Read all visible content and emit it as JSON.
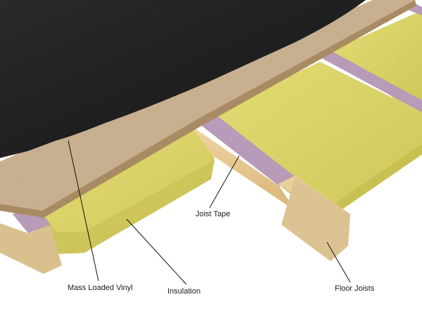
{
  "labels": {
    "mass_loaded_vinyl": "Mass Loaded Vinyl",
    "insulation": "Insulation",
    "floor_joists": "Floor Joists",
    "joist_tape": "Joist Tape"
  },
  "colors": {
    "background": "#ffffff",
    "vinyl": "#1c1c1e",
    "chipboard": "#c9ad86",
    "insulation": "#d9d366",
    "joist_tape": "#b89ab9",
    "timber": "#e8cc95",
    "leader_line": "#111111"
  }
}
